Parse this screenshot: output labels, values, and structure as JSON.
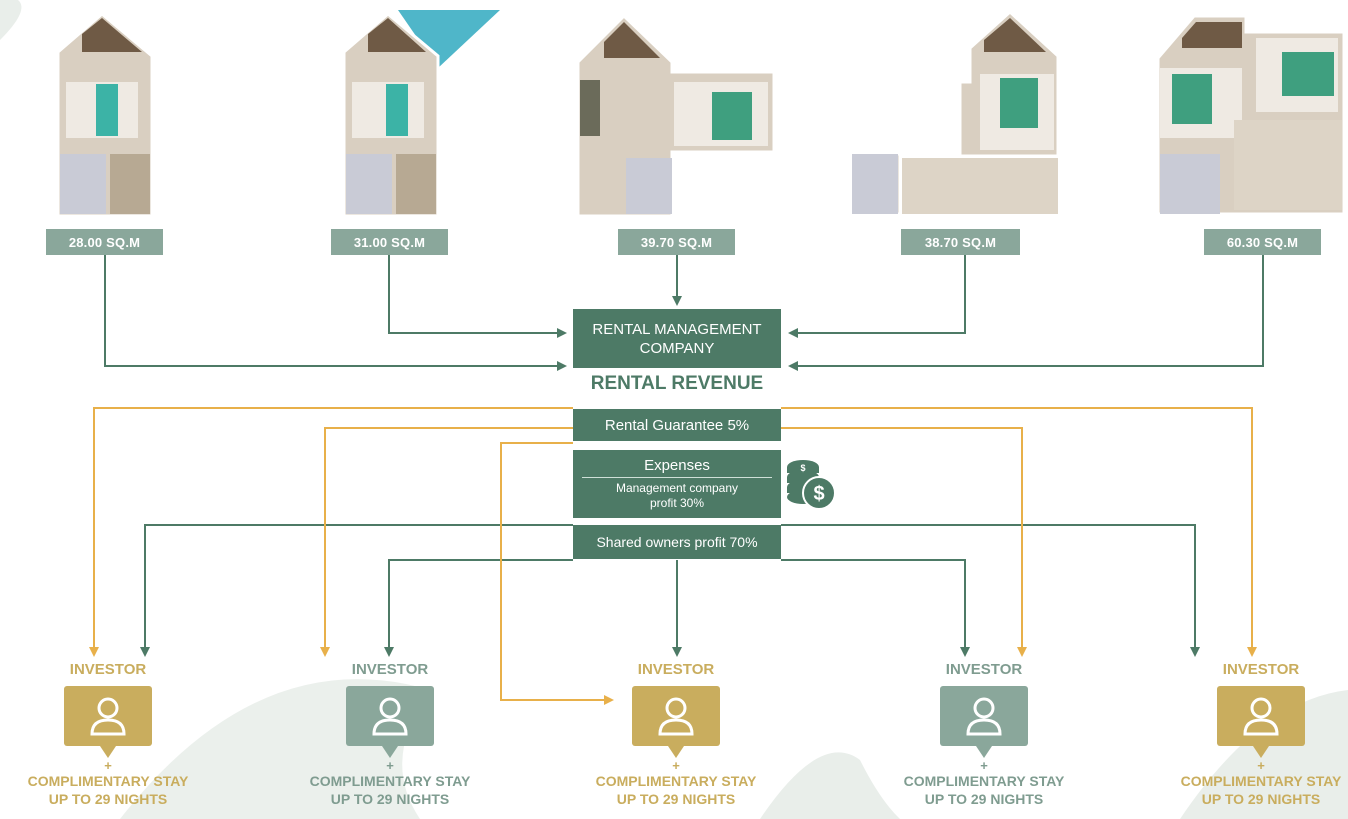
{
  "colors": {
    "green": "#4d7a66",
    "green_light": "#8aa79b",
    "gold": "#e8b04a",
    "gold_box": "#c9ad5e"
  },
  "units": [
    {
      "area": "28.00 SQ.M"
    },
    {
      "area": "31.00 SQ.M"
    },
    {
      "area": "39.70 SQ.M"
    },
    {
      "area": "38.70 SQ.M"
    },
    {
      "area": "60.30 SQ.M"
    }
  ],
  "center": {
    "company_line1": "RENTAL MANAGEMENT",
    "company_line2": "COMPANY",
    "revenue_title": "RENTAL REVENUE",
    "guarantee": "Rental Guarantee 5%",
    "expenses_title": "Expenses",
    "expenses_line1": "Management company",
    "expenses_line2": "profit 30%",
    "shared_profit": "Shared owners profit 70%",
    "coins_icon": "dollar-coins-icon"
  },
  "investors": [
    {
      "title": "INVESTOR",
      "plus": "+",
      "stay_line1": "COMPLIMENTARY STAY",
      "stay_line2": "UP TO 29 NIGHTS",
      "style": "gold"
    },
    {
      "title": "INVESTOR",
      "plus": "+",
      "stay_line1": "COMPLIMENTARY STAY",
      "stay_line2": "UP TO 29 NIGHTS",
      "style": "green"
    },
    {
      "title": "INVESTOR",
      "plus": "+",
      "stay_line1": "COMPLIMENTARY STAY",
      "stay_line2": "UP TO 29 NIGHTS",
      "style": "gold"
    },
    {
      "title": "INVESTOR",
      "plus": "+",
      "stay_line1": "COMPLIMENTARY STAY",
      "stay_line2": "UP TO 29 NIGHTS",
      "style": "green"
    },
    {
      "title": "INVESTOR",
      "plus": "+",
      "stay_line1": "COMPLIMENTARY STAY",
      "stay_line2": "UP TO 29 NIGHTS",
      "style": "gold"
    }
  ]
}
